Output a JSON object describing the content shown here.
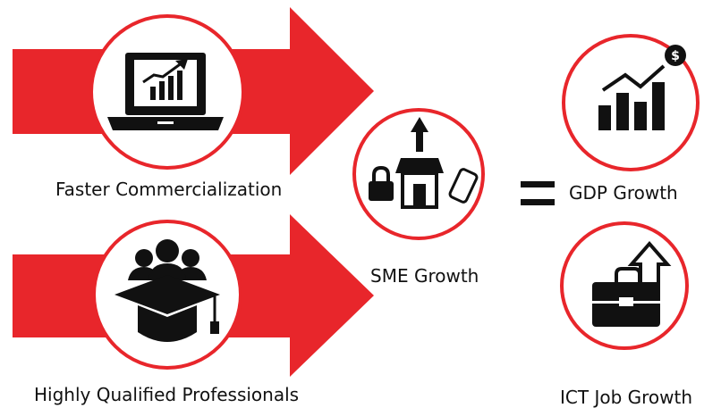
{
  "colors": {
    "accent": "#e8262b",
    "ring": "#e8262b",
    "ink": "#111111",
    "background": "#ffffff"
  },
  "labels": {
    "faster_commercialization": "Faster Commercialization",
    "highly_qualified_professionals": "Highly Qualified Professionals",
    "sme_growth": "SME Growth",
    "gdp_growth": "GDP Growth",
    "ict_job_growth": "ICT Job Growth"
  },
  "icons": {
    "laptop": "laptop-chart-icon",
    "graduates": "graduates-icon",
    "sme": "storefront-icon",
    "gdp": "bar-chart-dollar-icon",
    "ict": "briefcase-arrow-icon"
  }
}
